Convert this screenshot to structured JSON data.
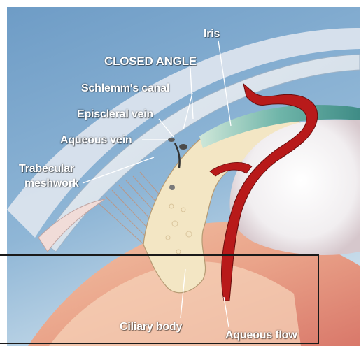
{
  "labels": {
    "iris": "Iris",
    "closed_angle": "CLOSED ANGLE",
    "schlemms_canal": "Schlemm's canal",
    "episcleral_vein": "Episcleral vein",
    "aqueous_vein": "Aqueous vein",
    "trabecular_line1": "Trabecular",
    "trabecular_line2": "meshwork",
    "ciliary_body": "Ciliary body",
    "aqueous_flow": "Aqueous flow"
  },
  "colors": {
    "background_blue": "#7fa9cf",
    "tissue_cream": "#f3e6c4",
    "lens_white": "#f6f3f4",
    "flow_red": "#b81a1a",
    "ciliary_pink": "#e9a89e",
    "iris_teal": "#5ea8a0"
  }
}
